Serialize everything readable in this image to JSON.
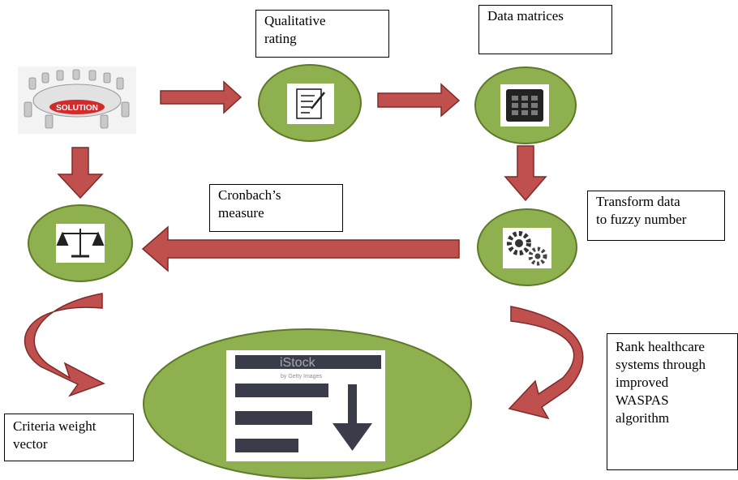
{
  "steps": {
    "qualitative_rating": "Qualitative\nrating",
    "data_matrices": "Data matrices",
    "cronbach_measure": "Cronbach’s\nmeasure",
    "transform_data": "Transform data\nto fuzzy number",
    "rank_systems": "Rank healthcare\nsystems through\nimproved\nWASPAS\nalgorithm",
    "criteria_weight": "Criteria weight\nvector"
  },
  "images": {
    "solution_text": "SOLUTION",
    "watermark": "iStock",
    "watermark_sub": "by Getty Images"
  },
  "colors": {
    "node_fill": "#8fb04e",
    "node_stroke": "#5d7a2a",
    "arrow_fill": "#c0504d",
    "arrow_stroke": "#7f2a28"
  },
  "icons": [
    "meeting-table-icon",
    "rating-form-icon",
    "data-matrix-icon",
    "scales-icon",
    "gears-icon",
    "ranking-list-icon"
  ]
}
